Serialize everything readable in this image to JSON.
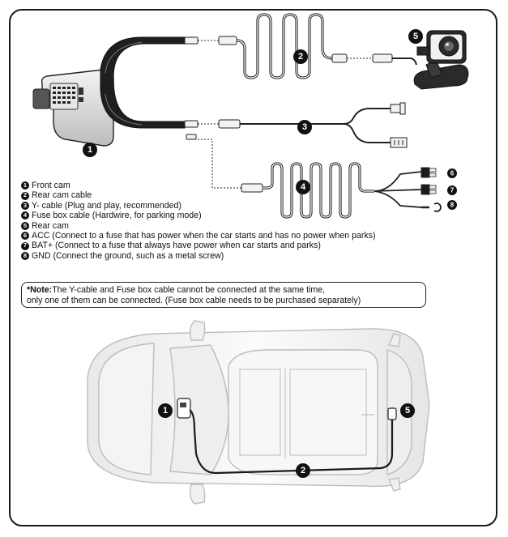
{
  "callouts": {
    "front_cam": "1",
    "rear_cam_cable": "2",
    "y_cable": "3",
    "fuse_box_cable": "4",
    "rear_cam": "5",
    "acc": "6",
    "bat": "7",
    "gnd": "8"
  },
  "legend": [
    {
      "num": "1",
      "text": "Front cam"
    },
    {
      "num": "2",
      "text": "Rear cam cable"
    },
    {
      "num": "3",
      "text": "Y- cable (Plug and play, recommended)"
    },
    {
      "num": "4",
      "text": "Fuse box cable (Hardwire, for parking mode)"
    },
    {
      "num": "5",
      "text": "Rear cam"
    },
    {
      "num": "6",
      "text": "ACC (Connect to a fuse that has power when the car starts and has no power when parks)"
    },
    {
      "num": "7",
      "text": "BAT+ (Connect to a fuse that always have power when car starts and parks)"
    },
    {
      "num": "8",
      "text": "GND (Connect the ground, such as a metal screw)"
    }
  ],
  "note": {
    "prefix": "*Note:",
    "line1": "The Y-cable and Fuse box cable cannot be connected at the same time,",
    "line2": "only one of them can be connected. (Fuse box cable needs to be purchased separately)"
  },
  "car_callouts": {
    "front_cam": "1",
    "cable": "2",
    "rear_cam": "5"
  }
}
